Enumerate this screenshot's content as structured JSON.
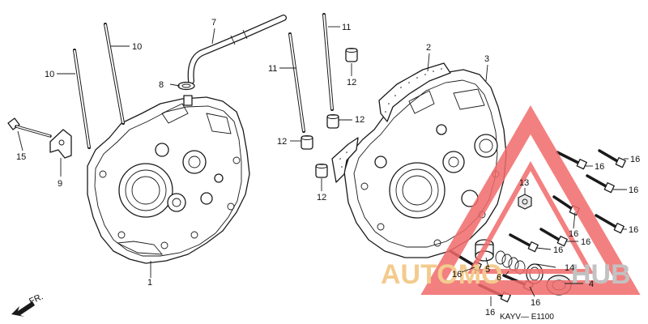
{
  "diagram_code": "KAYV— E1100",
  "direction_label": "FR.",
  "watermark": {
    "left_text": "AUTOMO",
    "right_text": "HUB",
    "left_color": "#f2c27a",
    "right_color": "#b8b8b8",
    "triangle_color": "#f26b6b"
  },
  "callouts": {
    "c1": "1",
    "c2": "2",
    "c3": "3",
    "c4": "4",
    "c5": "5",
    "c6": "6",
    "c7": "7",
    "c8": "8",
    "c9": "9",
    "c10a": "10",
    "c10b": "10",
    "c11a": "11",
    "c11b": "11",
    "c12a": "12",
    "c12b": "12",
    "c12c": "12",
    "c12d": "12",
    "c13": "13",
    "c14": "14",
    "c15": "15",
    "c16a": "16",
    "c16b": "16",
    "c16c": "16",
    "c16d": "16",
    "c16e": "16",
    "c16f": "16",
    "c16g": "16",
    "c16h": "16",
    "c16i": "16",
    "c16j": "16"
  }
}
